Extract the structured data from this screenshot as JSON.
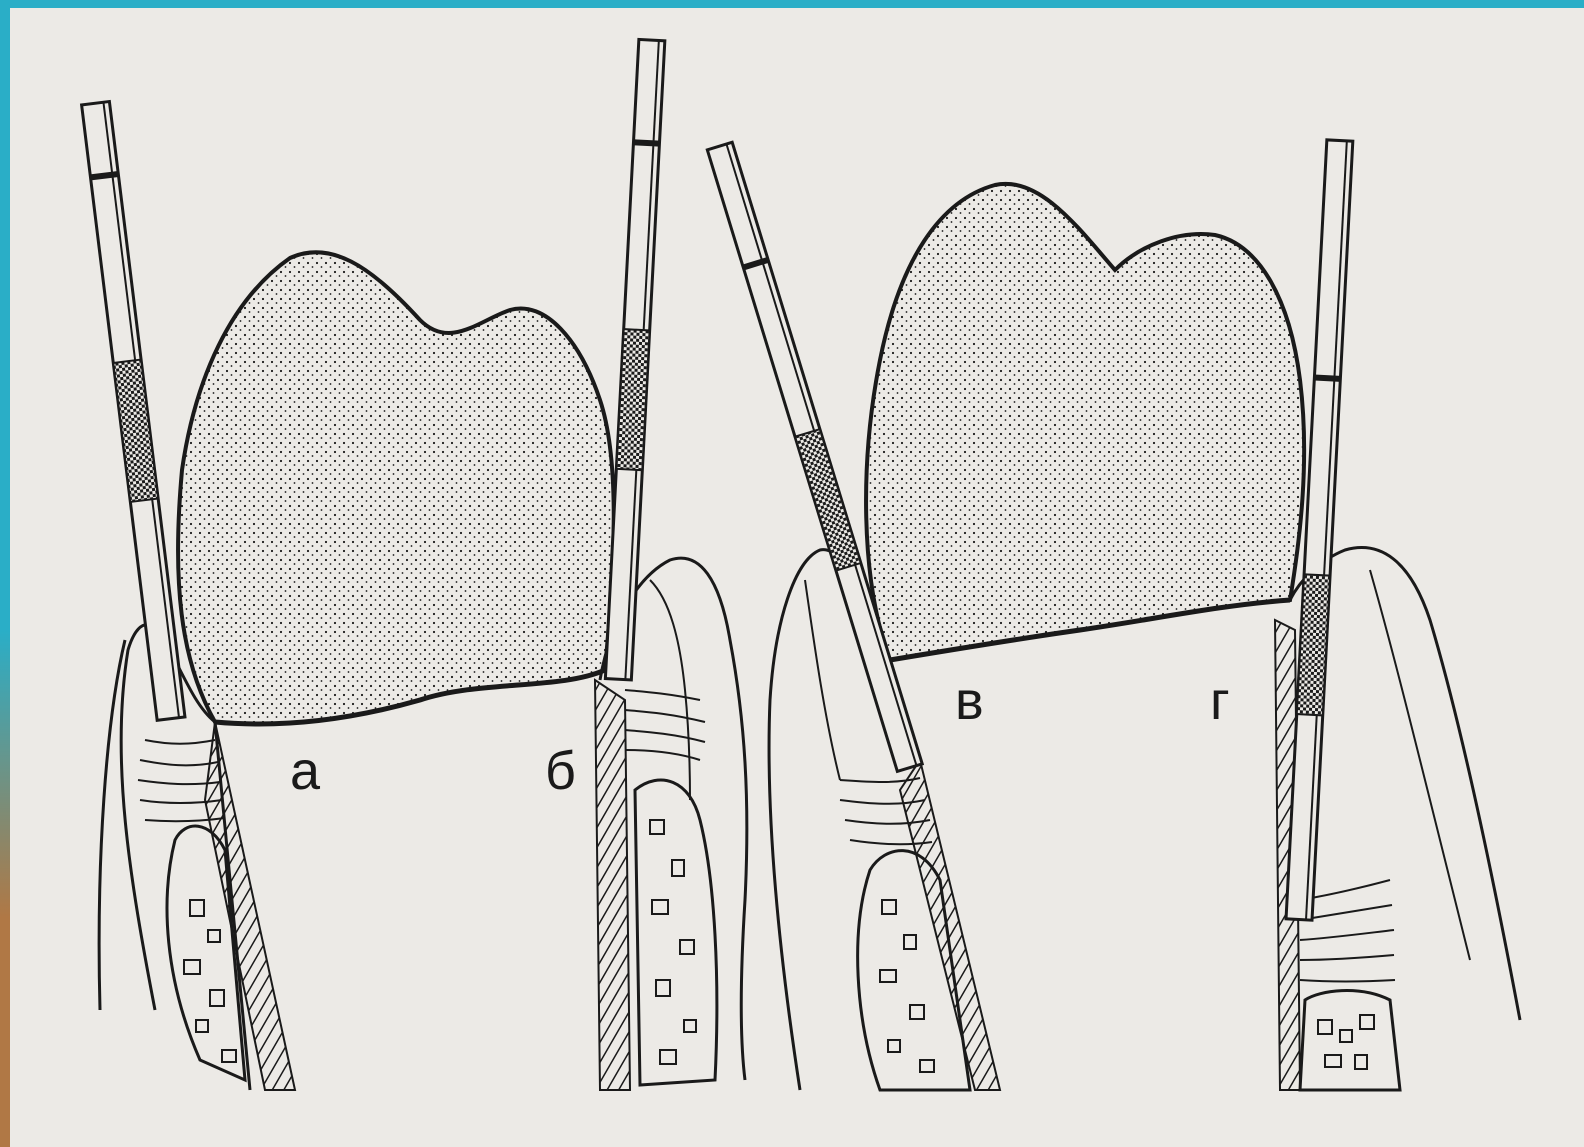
{
  "labels": {
    "a": "а",
    "b": "б",
    "v": "в",
    "g": "г"
  },
  "colors": {
    "frame": "#2aaec7",
    "frame_left_accent": "#b07845",
    "ink": "#1a1a1a",
    "paper": "#eceae6",
    "ghost_text": "#c8c6c2"
  }
}
